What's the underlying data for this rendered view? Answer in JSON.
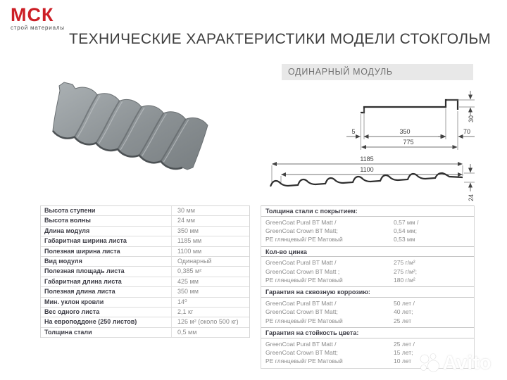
{
  "logo": {
    "brand": "МСК",
    "subtitle": "строй материалы",
    "brand_color": "#cc1f26"
  },
  "title": "ТЕХНИЧЕСКИЕ ХАРАКТЕРИСТИКИ МОДЕЛИ СТОКГОЛЬМ",
  "module_section": {
    "header": "ОДИНАРНЫЙ МОДУЛЬ"
  },
  "diagram": {
    "profile": {
      "dim_step_edge": "5",
      "dim_module": "350",
      "dim_overall": "775",
      "dim_step_width": "70",
      "dim_step_height": "30"
    },
    "cross_section": {
      "dim_overall_width": "1185",
      "dim_cover_width": "1100",
      "dim_wave_height": "24"
    }
  },
  "spec_table": {
    "rows": [
      {
        "label": "Высота ступени",
        "value": "30 мм"
      },
      {
        "label": "Высота волны",
        "value": "24 мм"
      },
      {
        "label": "Длина модуля",
        "value": "350 мм"
      },
      {
        "label": "Габаритная ширина листа",
        "value": "1185 мм"
      },
      {
        "label": "Полезная ширина листа",
        "value": "1100 мм"
      },
      {
        "label": "Вид модуля",
        "value": "Одинарный"
      },
      {
        "label": "Полезная площадь листа",
        "value": "0,385 м²"
      },
      {
        "label": "Габаритная длина листа",
        "value": "425 мм"
      },
      {
        "label": "Полезная длина листа",
        "value": "350 мм"
      },
      {
        "label": "Мин.  уклон кровли",
        "value": "14⁰"
      },
      {
        "label": "Вес одного листа",
        "value": "2,1 кг"
      },
      {
        "label": "На европоддоне  (250 листов)",
        "value": "126 м² (около 500 кг)"
      },
      {
        "label": "Толщина стали",
        "value": "0,5 мм"
      }
    ]
  },
  "coating_table": {
    "sections": [
      {
        "header": "Толщина стали с покрытием:",
        "rows": [
          {
            "name": "GreenCoat Pural BT Matt /",
            "value": "0,57 мм /"
          },
          {
            "name": "GreenCoat Crown BT Matt;",
            "value": "0,54 мм;"
          },
          {
            "name": "PE глянцевый/ PE Матовый",
            "value": "0,53 мм"
          }
        ]
      },
      {
        "header": "Кол-во цинка",
        "rows": [
          {
            "name": "GreenCoat Pural BT Matt /",
            "value": "275 г/м²"
          },
          {
            "name": "GreenCoat Crown BT Matt ;",
            "value": "275 г/м²;"
          },
          {
            "name": "PE глянцевый/ PE Матовый",
            "value": "180 г/м²"
          }
        ]
      },
      {
        "header": "Гарантия на сквозную коррозию:",
        "rows": [
          {
            "name": "GreenCoat Pural BT Matt /",
            "value": "50 лет /"
          },
          {
            "name": "GreenCoat Crown BT Matt;",
            "value": "40 лет;"
          },
          {
            "name": "PE глянцевый/ PE Матовый",
            "value": "25 лет"
          }
        ]
      },
      {
        "header": "Гарантия на стойкость цвета:",
        "rows": [
          {
            "name": "GreenCoat Pural BT Matt  /",
            "value": "25 лет /"
          },
          {
            "name": "GreenCoat Crown BT Matt;",
            "value": "15 лет;"
          },
          {
            "name": "PE глянцевый/ PE Матовый",
            "value": "10 лет"
          }
        ]
      }
    ]
  },
  "watermark": {
    "text": "Avito"
  }
}
